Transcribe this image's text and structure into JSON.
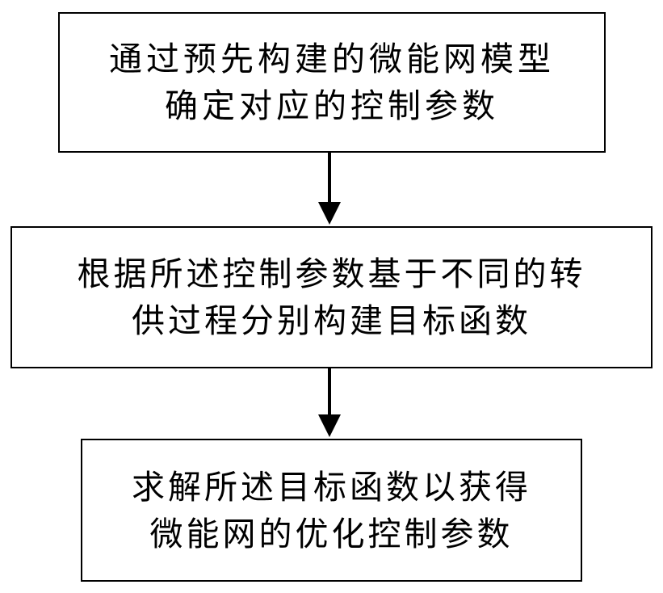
{
  "flowchart": {
    "steps": [
      {
        "lines": [
          "通过预先构建的微能网模型",
          "确定对应的控制参数"
        ]
      },
      {
        "lines": [
          "根据所述控制参数基于不同的转",
          "供过程分别构建目标函数"
        ]
      },
      {
        "lines": [
          "求解所述目标函数以获得",
          "微能网的优化控制参数"
        ]
      }
    ],
    "colors": {
      "stroke": "#000000",
      "background": "#ffffff"
    }
  }
}
